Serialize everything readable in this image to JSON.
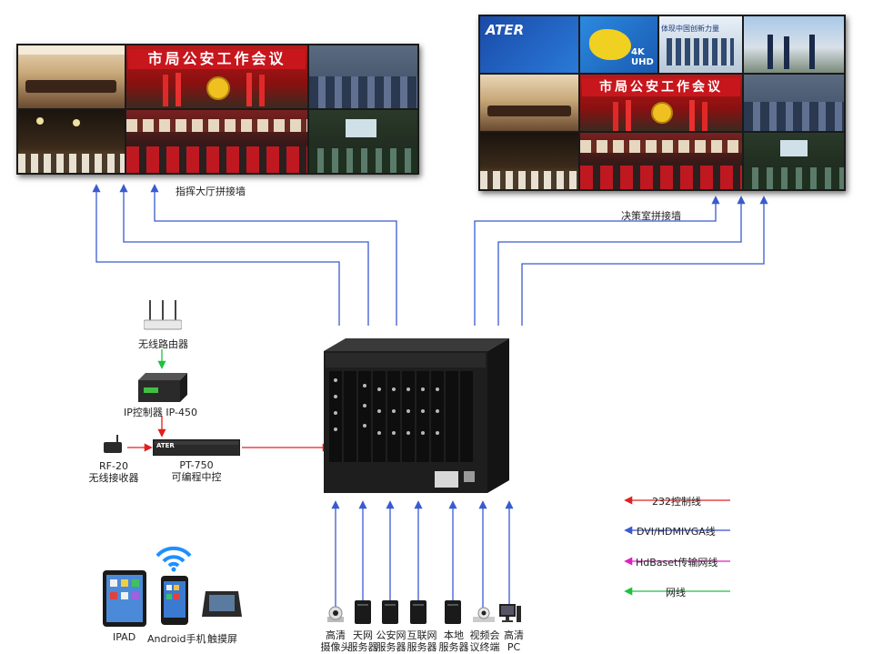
{
  "left_wall": {
    "label": "指挥大厅拼接墙",
    "banner": "市局公安工作会议"
  },
  "right_wall": {
    "label": "决策室拼接墙",
    "banner": "市局公安工作会议",
    "logo": "ATER",
    "slogan": "体现中国创新力量",
    "badge": "4K UHD"
  },
  "control": {
    "router": "无线路由器",
    "ip_controller": "IP控制器 IP-450",
    "rf_receiver": [
      "RF-20",
      "无线接收器"
    ],
    "central_controller": [
      "PT-750",
      "可编程中控"
    ],
    "controller_brand": "ATER"
  },
  "sources": [
    [
      "高清",
      "摄像头"
    ],
    [
      "天网",
      "服务器"
    ],
    [
      "公安网",
      "服务器"
    ],
    [
      "互联网",
      "服务器"
    ],
    [
      "本地",
      "服务器"
    ],
    [
      "视频会",
      "议终端"
    ],
    [
      "高清",
      "PC"
    ]
  ],
  "devices": [
    "IPAD",
    "Android手机",
    "触摸屏"
  ],
  "legend": [
    {
      "label": "232控制线",
      "color": "#e02020"
    },
    {
      "label": "DVI/HDMIVGA线",
      "color": "#3050d0"
    },
    {
      "label": "HdBaset传输网线",
      "color": "#e020c0"
    },
    {
      "label": "网线",
      "color": "#20c040"
    }
  ],
  "colors": {
    "blue_line": "#3a5bd0",
    "red_line": "#e02020",
    "green_line": "#20c040",
    "wifi": "#1e90ff"
  }
}
